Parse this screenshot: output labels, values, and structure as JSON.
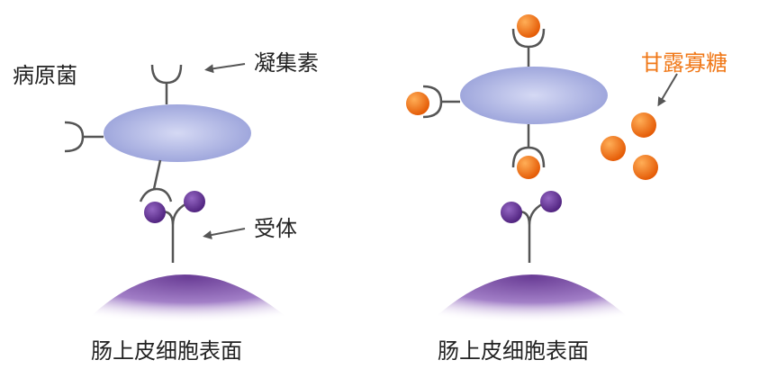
{
  "panels": [
    {
      "pathogen_label": "病原菌",
      "lectin_label": "凝集素",
      "receptor_label": "受体",
      "surface_label": "肠上皮细胞表面"
    },
    {
      "mannose_label": "甘露寡糖",
      "surface_label": "肠上皮细胞表面"
    }
  ],
  "colors": {
    "bacterium": "#a9b0e0",
    "receptor_sugar": "#5f3193",
    "cell_surface": "#6a3d96",
    "mannose": "#f07818",
    "label_text": "#222222",
    "mannose_label_text": "#f07818"
  },
  "icons": {
    "lectin": "y-shaped-binding-site",
    "receptor": "forked-stem-with-two-sugars",
    "mannose": "orange-sphere",
    "arrow": "pointer-arrow"
  }
}
